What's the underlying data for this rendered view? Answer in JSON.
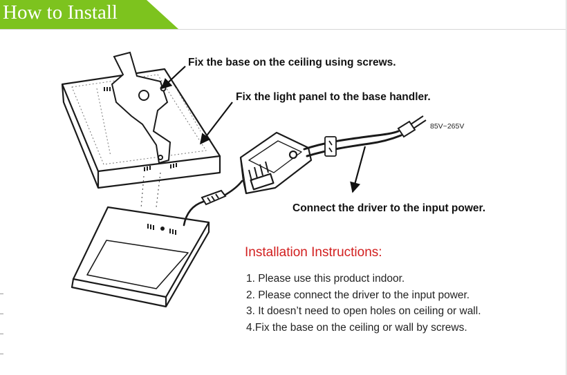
{
  "header": {
    "title": "How to Install",
    "color": "#7dc31e"
  },
  "callouts": {
    "base": "Fix the base on the ceiling using screws.",
    "panel": "Fix the light panel to the base handler.",
    "driver": "Connect the driver to the input power."
  },
  "voltage_label": "85V~265V",
  "instructions": {
    "title": "Installation Instructions:",
    "title_color": "#d21f1f",
    "steps": [
      "1. Please use this product indoor.",
      "2. Please connect the driver to the input power.",
      "3. It doesn’t need to open holes on ceiling or wall.",
      "4.Fix the base on the ceiling or wall by screws."
    ]
  }
}
